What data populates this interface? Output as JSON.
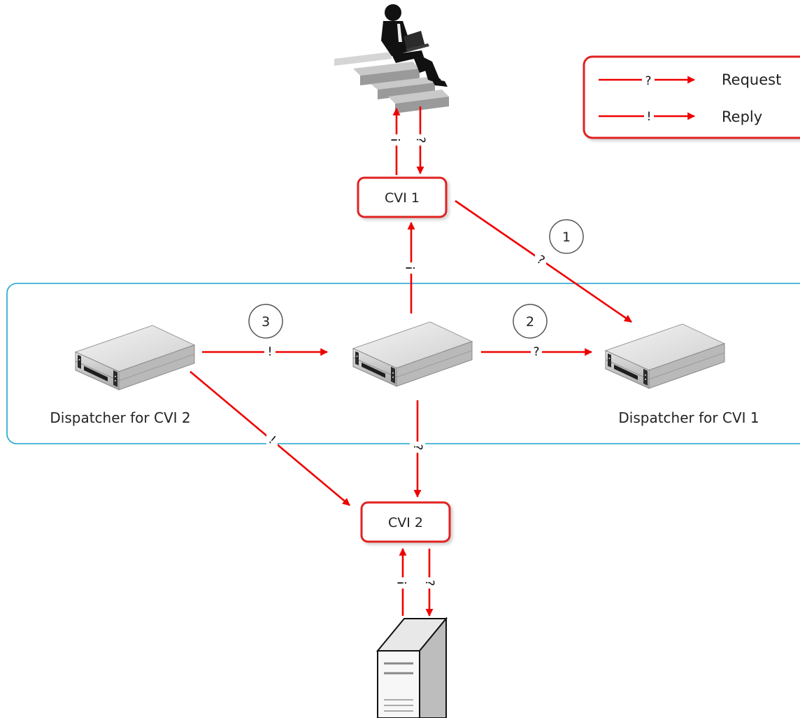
{
  "legend": {
    "request_mark": "?",
    "request_label": "Request",
    "reply_mark": "!",
    "reply_label": "Reply"
  },
  "nodes": {
    "cvi1": "CVI 1",
    "cvi2": "CVI 2"
  },
  "dispatchers": {
    "left_caption": "Dispatcher for CVI 2",
    "right_caption": "Dispatcher for CVI 1"
  },
  "steps": {
    "one": "1",
    "two": "2",
    "three": "3"
  },
  "marks": {
    "request": "?",
    "reply": "!"
  },
  "colors": {
    "arrow": "#ee0000",
    "box_border": "#e02020",
    "region_border": "#1aa3cf"
  },
  "icons": {
    "user": "person-with-laptop-icon",
    "server_tower": "server-tower-icon",
    "rack_server": "rack-server-icon"
  }
}
